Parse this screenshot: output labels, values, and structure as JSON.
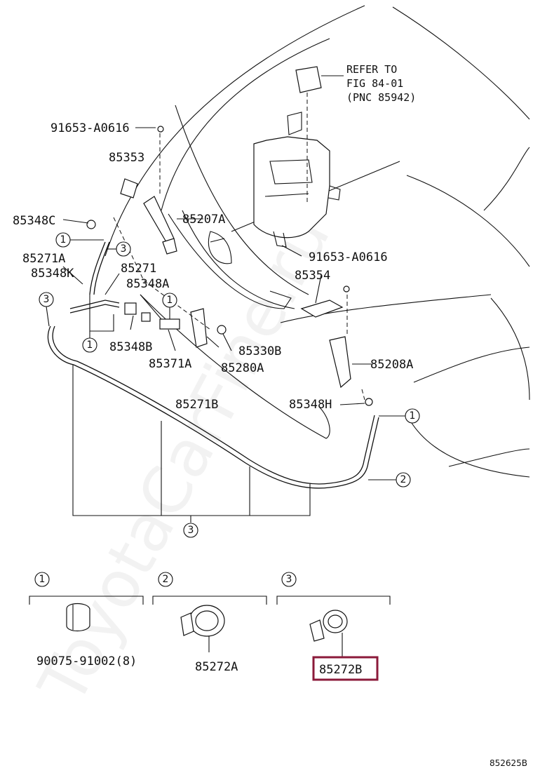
{
  "watermark": "ToyotaCarFine.ru",
  "refer_note": [
    "REFER TO",
    "FIG 84-01",
    "(PNC 85942)"
  ],
  "part_labels": {
    "p91653_top": "91653-A0616",
    "p85353": "85353",
    "p85348C": "85348C",
    "p85207A": "85207A",
    "p85271A": "85271A",
    "p85348K": "85348K",
    "p85271": "85271",
    "p85348A": "85348A",
    "p85348B": "85348B",
    "p85371A": "85371A",
    "p85280A": "85280A",
    "p85330B": "85330B",
    "p91653_right": "91653-A0616",
    "p85354": "85354",
    "p85208A": "85208A",
    "p85348H": "85348H",
    "p85271B": "85271B"
  },
  "callout_numbers": {
    "one": "1",
    "two": "2",
    "three": "3"
  },
  "legend": [
    {
      "num": "1",
      "part": "90075-91002(8)"
    },
    {
      "num": "2",
      "part": "85272A"
    },
    {
      "num": "3",
      "part": "85272B"
    }
  ],
  "highlight_color": "#8b1a3a",
  "footer_code": "852625B"
}
